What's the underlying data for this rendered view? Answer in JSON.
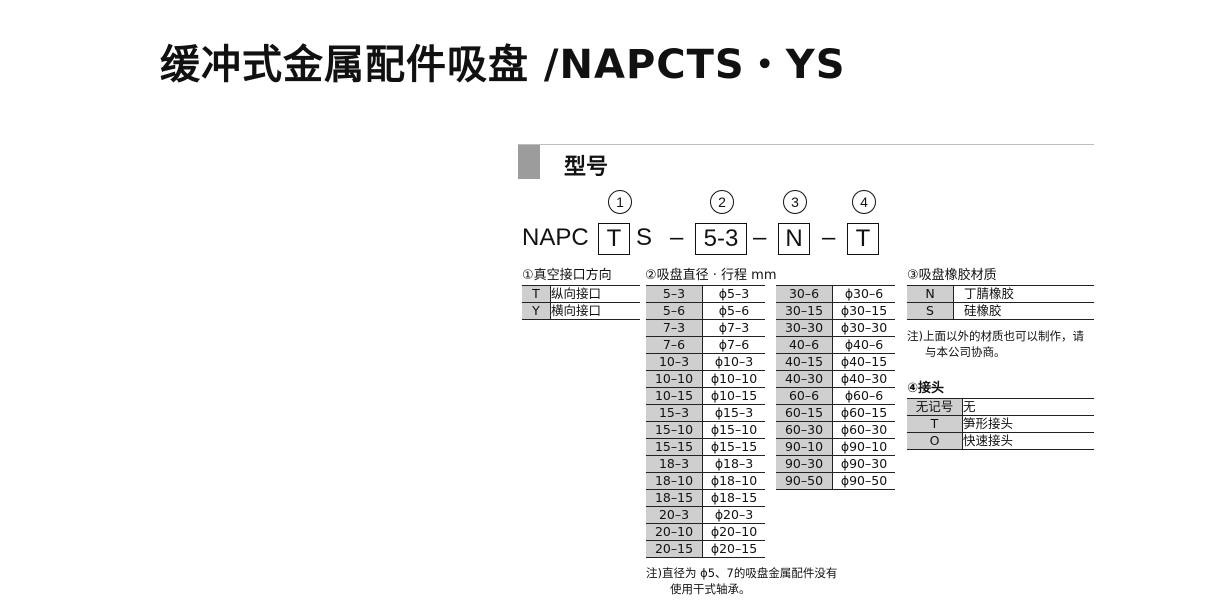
{
  "title": "缓冲式金属配件吸盘 /NAPCTS・YS",
  "section": {
    "label": "型号"
  },
  "model_code": {
    "prefix": "NAPC",
    "box1": "T",
    "s": "S",
    "dash1": "–",
    "box2": "5-3",
    "dash2": "–",
    "box3": "N",
    "dash3": "–",
    "box4": "T",
    "markers": [
      "1",
      "2",
      "3",
      "4"
    ]
  },
  "vacuum_port": {
    "heading": "①真空接口方向",
    "rows": [
      {
        "code": "T",
        "desc": "纵向接口"
      },
      {
        "code": "Y",
        "desc": "横向接口"
      }
    ]
  },
  "pad_size": {
    "heading": "②吸盘直径 · 行程 mm",
    "col1": [
      {
        "code": "5–3",
        "desc": "ϕ5–3"
      },
      {
        "code": "5–6",
        "desc": "ϕ5–6"
      },
      {
        "code": "7–3",
        "desc": "ϕ7–3"
      },
      {
        "code": "7–6",
        "desc": "ϕ7–6"
      },
      {
        "code": "10–3",
        "desc": "ϕ10–3"
      },
      {
        "code": "10–10",
        "desc": "ϕ10–10"
      },
      {
        "code": "10–15",
        "desc": "ϕ10–15"
      },
      {
        "code": "15–3",
        "desc": "ϕ15–3"
      },
      {
        "code": "15–10",
        "desc": "ϕ15–10"
      },
      {
        "code": "15–15",
        "desc": "ϕ15–15"
      },
      {
        "code": "18–3",
        "desc": "ϕ18–3"
      },
      {
        "code": "18–10",
        "desc": "ϕ18–10"
      },
      {
        "code": "18–15",
        "desc": "ϕ18–15"
      },
      {
        "code": "20–3",
        "desc": "ϕ20–3"
      },
      {
        "code": "20–10",
        "desc": "ϕ20–10"
      },
      {
        "code": "20–15",
        "desc": "ϕ20–15"
      }
    ],
    "col2": [
      {
        "code": "30–6",
        "desc": "ϕ30–6"
      },
      {
        "code": "30–15",
        "desc": "ϕ30–15"
      },
      {
        "code": "30–30",
        "desc": "ϕ30–30"
      },
      {
        "code": "40–6",
        "desc": "ϕ40–6"
      },
      {
        "code": "40–15",
        "desc": "ϕ40–15"
      },
      {
        "code": "40–30",
        "desc": "ϕ40–30"
      },
      {
        "code": "60–6",
        "desc": "ϕ60–6"
      },
      {
        "code": "60–15",
        "desc": "ϕ60–15"
      },
      {
        "code": "60–30",
        "desc": "ϕ60–30"
      },
      {
        "code": "90–10",
        "desc": "ϕ90–10"
      },
      {
        "code": "90–30",
        "desc": "ϕ90–30"
      },
      {
        "code": "90–50",
        "desc": "ϕ90–50"
      }
    ],
    "note_line1": "注)直径为 ϕ5、7的吸盘金属配件没有",
    "note_line2": "使用干式轴承。"
  },
  "pad_material": {
    "heading": "③吸盘橡胶材质",
    "rows": [
      {
        "code": "N",
        "desc": "丁腈橡胶"
      },
      {
        "code": "S",
        "desc": "硅橡胶"
      }
    ],
    "note_line1": "注)上面以外的材质也可以制作，请",
    "note_line2": "与本公司协商。"
  },
  "fitting": {
    "heading": "④接头",
    "rows": [
      {
        "code": "无记号",
        "desc": "无"
      },
      {
        "code": "T",
        "desc": "笋形接头"
      },
      {
        "code": "O",
        "desc": "快速接头"
      }
    ]
  }
}
